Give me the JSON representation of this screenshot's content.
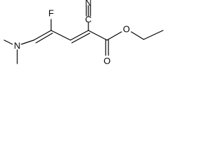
{
  "molecule": {
    "atoms": {
      "nitrogen": "N",
      "fluorine": "F",
      "nitrile_carbon": "C",
      "nitrile_nitrogen": "N",
      "ester_oxygen": "O",
      "carbonyl_oxygen": "O"
    },
    "colors": {
      "bond": "#000000",
      "label": "#000000",
      "background": "#ffffff"
    }
  }
}
